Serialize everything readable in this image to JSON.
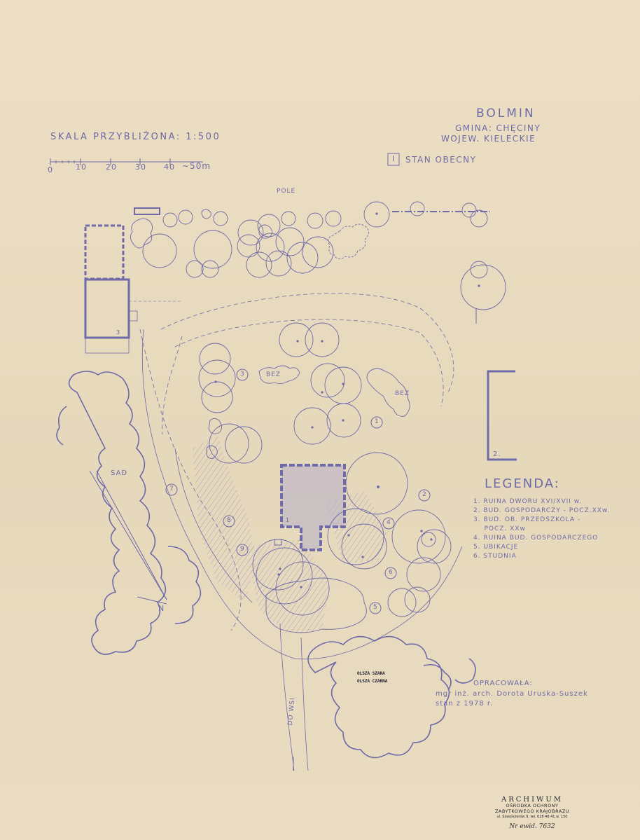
{
  "header": {
    "title": "BOLMIN",
    "gmina": "GMINA: CHĘCINY",
    "wojew": "WOJEW. KIELECKIE",
    "state_box": "I",
    "state_label": "STAN OBECNY"
  },
  "scale": {
    "title": "SKALA PRZYBLIŻONA:  1:500",
    "ticks": [
      "0",
      "10",
      "20",
      "30",
      "40",
      "~50m"
    ]
  },
  "map_labels": {
    "pole": "POLE",
    "sad": "SAD",
    "north": "N",
    "road": "DO WSI",
    "bez1": "BEZ",
    "bez2": "BEZ",
    "building_2_num": "2.",
    "building_3_num": "3",
    "ruin_num": "1"
  },
  "markers": [
    "1",
    "2",
    "3",
    "4",
    "5",
    "6",
    "7",
    "8",
    "9"
  ],
  "legend": {
    "title": "LEGENDA:",
    "items": [
      "1. RUINA DWORU XVI/XVII w.",
      "2. BUD. GOSPODARCZY - POCZ.XXw.",
      "3. BUD. OB. PRZEDSZKOLA -",
      "    POCZ. XXw",
      "4. RUINA BUD. GOSPODARCZEGO",
      "5. UBIKACJE",
      "6. STUDNIA"
    ]
  },
  "handwritten": {
    "line1": "OLSZA SZARA",
    "line2": "OLSZA CZARNA"
  },
  "credit": {
    "line1": "OPRACOWAŁA:",
    "line2": "mgr inż. arch. Dorota Uruska-Suszek",
    "line3": "stan z 1978 r."
  },
  "archive": {
    "title": "ARCHIWUM",
    "line1": "OŚRODKA OCHRONY",
    "line2": "ZABYTKOWEGO KRAJOBRAZU",
    "line3": "ul. Szwoleżerów 9, tel. 628 48 41 w. 150",
    "signature": "Nr ewid. 7632"
  },
  "colors": {
    "ink": "#6f6aa8",
    "paper": "#e9dcc0",
    "ruin_fill": "#b9b3c9"
  }
}
